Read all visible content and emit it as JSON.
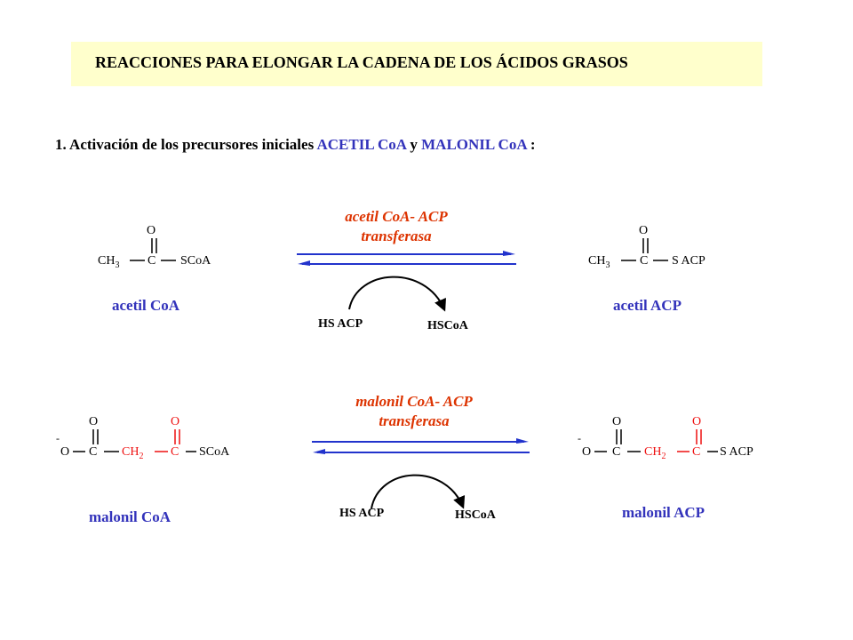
{
  "title": "REACCIONES   PARA  ELONGAR   LA CADENA DE   LOS   ÁCIDOS   GRASOS",
  "step": {
    "prefix": "1.  Activación   de los precursores   iniciales  ",
    "acetil": "ACETIL CoA",
    "mid": "  y  ",
    "malonil": "MALONIL CoA",
    "suffix": " :"
  },
  "reaction1": {
    "enzyme_line1": "acetil CoA- ACP",
    "enzyme_line2": "transferasa",
    "cofactor_in": "HS ACP",
    "cofactor_out": "HSCoA",
    "reactant_label": "acetil CoA",
    "product_label": "acetil ACP",
    "reactant": {
      "o": "O",
      "ch3": "CH",
      "sub3": "3",
      "c": "C",
      "group": "SCoA"
    },
    "product": {
      "o": "O",
      "ch3": "CH",
      "sub3": "3",
      "c": "C",
      "group": "S ACP"
    }
  },
  "reaction2": {
    "enzyme_line1": "malonil CoA- ACP",
    "enzyme_line2": "transferasa",
    "cofactor_in": "HS ACP",
    "cofactor_out": "HSCoA",
    "reactant_label": "malonil CoA",
    "product_label": "malonil ACP",
    "reactant": {
      "minus": "-",
      "o1": "O",
      "c1": "C",
      "o2": "O",
      "ch2": "CH",
      "sub2": "2",
      "o3": "O",
      "c2": "C",
      "group": "SCoA"
    },
    "product": {
      "minus": "-",
      "o1": "O",
      "c1": "C",
      "o2": "O",
      "ch2": "CH",
      "sub2": "2",
      "o3": "O",
      "c2": "C",
      "group": "S ACP"
    }
  },
  "colors": {
    "title_bg": "#ffffcc",
    "highlight_blue": "#3333bb",
    "enzyme_red": "#dd3300",
    "arrow_blue": "#2233cc",
    "red_group": "#ee1111"
  }
}
